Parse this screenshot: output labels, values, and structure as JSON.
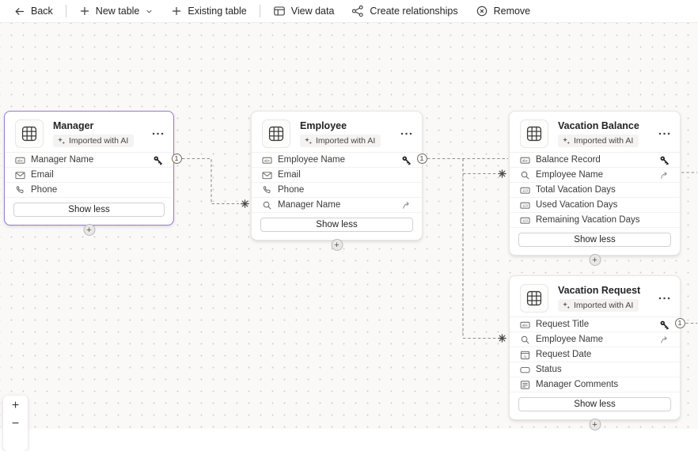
{
  "toolbar": {
    "back": "Back",
    "new_table": "New table",
    "existing_table": "Existing table",
    "view_data": "View data",
    "create_relationships": "Create relationships",
    "remove": "Remove"
  },
  "show_less": "Show less",
  "tables": [
    {
      "name": "Manager",
      "badge": "Imported with AI",
      "selected": true,
      "fields": [
        {
          "label": "Manager Name",
          "type": "text",
          "key": true
        },
        {
          "label": "Email",
          "type": "email"
        },
        {
          "label": "Phone",
          "type": "phone"
        }
      ]
    },
    {
      "name": "Employee",
      "badge": "Imported with AI",
      "selected": false,
      "fields": [
        {
          "label": "Employee Name",
          "type": "text",
          "key": true
        },
        {
          "label": "Email",
          "type": "email"
        },
        {
          "label": "Phone",
          "type": "phone"
        },
        {
          "label": "Manager Name",
          "type": "lookup",
          "lookup": true
        }
      ]
    },
    {
      "name": "Vacation Balance",
      "badge": "Imported with AI",
      "selected": false,
      "fields": [
        {
          "label": "Balance Record",
          "type": "text",
          "key": true
        },
        {
          "label": "Employee Name",
          "type": "lookup",
          "lookup": true
        },
        {
          "label": "Total Vacation Days",
          "type": "number"
        },
        {
          "label": "Used Vacation Days",
          "type": "number"
        },
        {
          "label": "Remaining Vacation Days",
          "type": "number"
        }
      ]
    },
    {
      "name": "Vacation Request",
      "badge": "Imported with AI",
      "selected": false,
      "fields": [
        {
          "label": "Request Title",
          "type": "text",
          "key": true
        },
        {
          "label": "Employee Name",
          "type": "lookup",
          "lookup": true
        },
        {
          "label": "Request Date",
          "type": "date"
        },
        {
          "label": "Status",
          "type": "choice"
        },
        {
          "label": "Manager Comments",
          "type": "multiline"
        }
      ]
    }
  ],
  "relationships": [
    {
      "from_table": "Manager",
      "from_field": "Manager Name",
      "to_table": "Employee",
      "to_field": "Manager Name",
      "one": "1",
      "many": "*"
    },
    {
      "from_table": "Employee",
      "from_field": "Employee Name",
      "to_table": "Vacation Balance",
      "to_field": "Employee Name",
      "one": "1",
      "many": "*"
    },
    {
      "from_table": "Employee",
      "from_field": "Employee Name",
      "to_table": "Vacation Request",
      "to_field": "Employee Name",
      "one": "1",
      "many": "*"
    },
    {
      "from_table": "Vacation Request",
      "from_field": "Request Title",
      "one": "1",
      "many": "*"
    }
  ],
  "zoom_controls": {
    "zoom_in": "+",
    "zoom_out": "−"
  },
  "colors": {
    "selection_accent": "#9a7ec9",
    "connector": "#8f8d8b",
    "canvas_bg": "#faf9f8"
  }
}
